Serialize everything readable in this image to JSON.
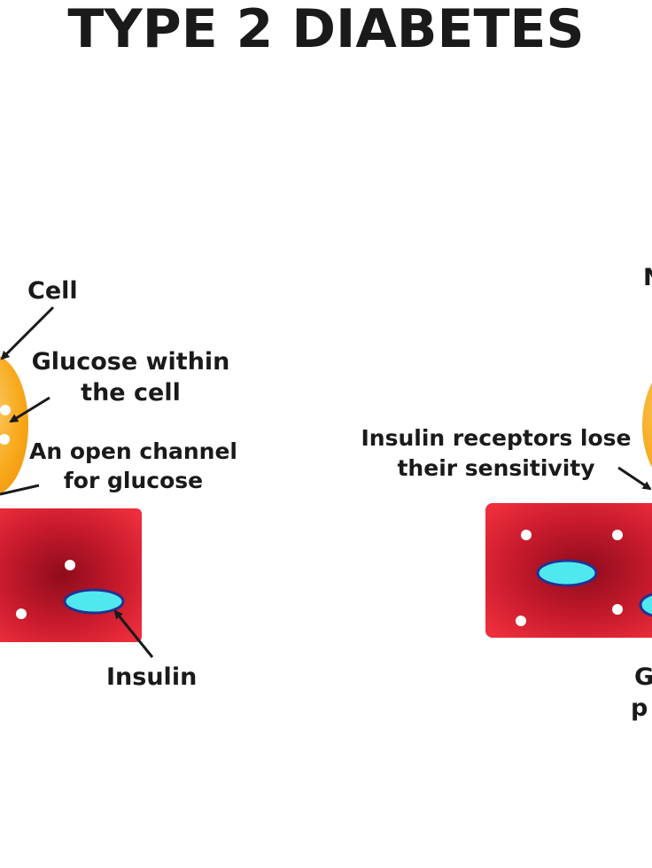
{
  "title": "TYPE 2 DIABETES",
  "labels": {
    "cell": "Cell",
    "glucose_within_line1": "Glucose within",
    "glucose_within_line2": "the cell",
    "open_channel_line1": "An open channel",
    "open_channel_line2": "for glucose",
    "insulin": "Insulin",
    "receptors_line1": "Insulin receptors lose",
    "receptors_line2": "their sensitivity",
    "right_top_partial": "N",
    "right_bottom_partial1": "G",
    "right_bottom_partial2": "p"
  },
  "colors": {
    "cell_fill": "#f8a91b",
    "cell_highlight": "#fcd27a",
    "vessel_red": "#ed2e3c",
    "vessel_dark": "#8e0c1c",
    "insulin_fill": "#4fe8ee",
    "insulin_stroke": "#27308f"
  }
}
